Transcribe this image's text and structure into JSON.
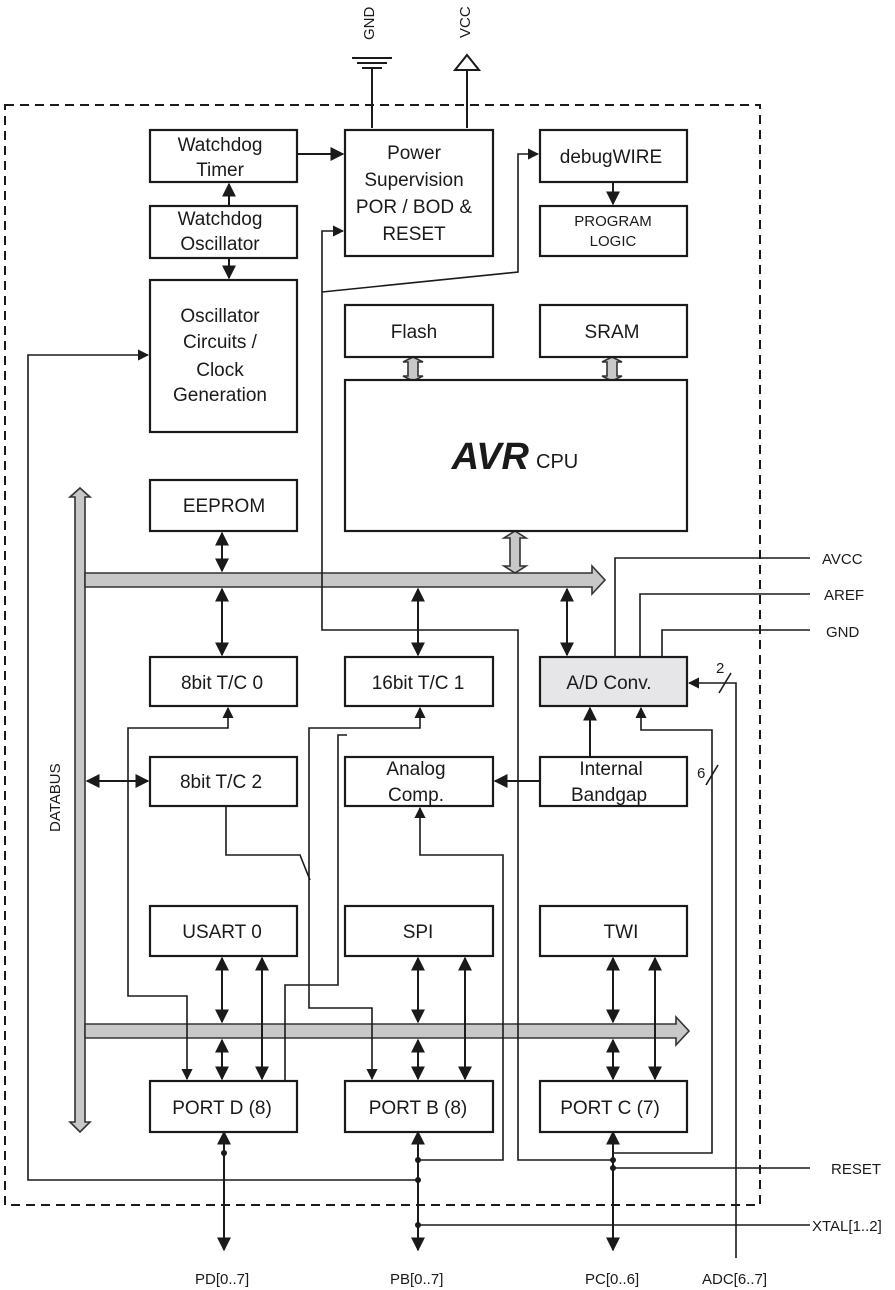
{
  "blocks": {
    "watchdog_timer": [
      "Watchdog",
      "Timer"
    ],
    "watchdog_oscillator": [
      "Watchdog",
      "Oscillator"
    ],
    "oscillator_circuits": [
      "Oscillator",
      "Circuits /",
      "Clock",
      "Generation"
    ],
    "power_supervision": [
      "Power",
      "Supervision",
      "POR / BOD &",
      "RESET"
    ],
    "debugwire": "debugWIRE",
    "program_logic": [
      "PROGRAM",
      "LOGIC"
    ],
    "flash": "Flash",
    "sram": "SRAM",
    "cpu_logo": "AVR",
    "cpu_label": "CPU",
    "eeprom": "EEPROM",
    "tc0": "8bit T/C 0",
    "tc1": "16bit T/C 1",
    "adc": "A/D Conv.",
    "tc2": "8bit T/C 2",
    "analog_comp": [
      "Analog",
      "Comp."
    ],
    "bandgap": [
      "Internal",
      "Bandgap"
    ],
    "usart": "USART 0",
    "spi": "SPI",
    "twi": "TWI",
    "port_d": "PORT D (8)",
    "port_b": "PORT B (8)",
    "port_c": "PORT C (7)"
  },
  "pins": {
    "gnd_top": "GND",
    "vcc_top": "VCC",
    "avcc": "AVCC",
    "aref": "AREF",
    "gnd_right": "GND",
    "reset": "RESET",
    "xtal": "XTAL[1..2]",
    "pd": "PD[0..7]",
    "pb": "PB[0..7]",
    "pc": "PC[0..6]",
    "adc": "ADC[6..7]"
  },
  "bus_widths": {
    "adc_in": "2",
    "bandgap_side": "6"
  },
  "databus_label": "DATABUS",
  "colors": {
    "line": "#1a1a1a",
    "bus_fill": "#c8c8c8",
    "adc_fill": "#e6e6e9"
  }
}
